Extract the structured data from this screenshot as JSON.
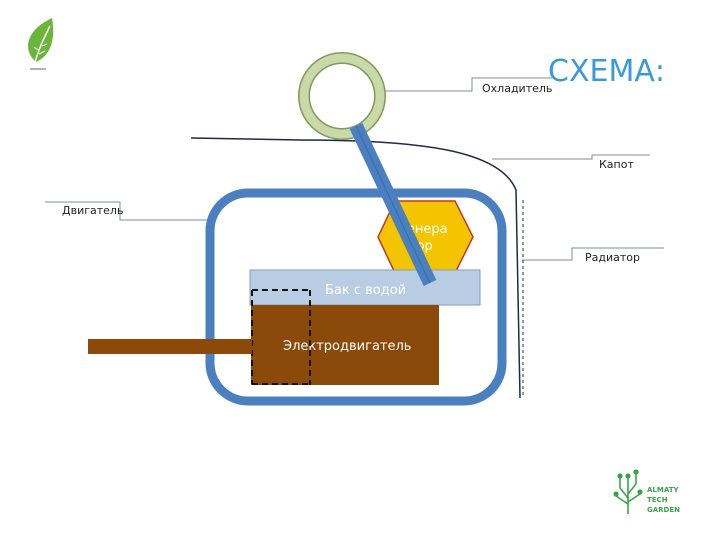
{
  "title": "СХЕМА:",
  "labels": {
    "cooler": "Охладитель",
    "hood": "Капот",
    "engine": "Двигатель",
    "radiator": "Радиатор",
    "tank": "Бак с водой",
    "motor": "Электродвигатель",
    "generator_line1": "Генера",
    "generator_line2": "тор"
  },
  "logo": {
    "line1": "ALMATY",
    "line2": "TECH",
    "line3": "GARDEN"
  },
  "colors": {
    "title": "#3a9ad9",
    "frame": "#4a7fc0",
    "frame_inner": "#ffffff",
    "rod": "#4a7fc0",
    "ring_outer": "#7f9a5a",
    "ring_fill": "#c9d9a8",
    "generator": "#f5c400",
    "generator_stroke": "#c0392b",
    "tank": "#b8cce4",
    "motor": "#8b4a0a",
    "shaft": "#8b4a0a",
    "leaf": "#6bb53a",
    "logo": "#3aa34a"
  },
  "icons": {
    "leaf": "leaf-icon",
    "logo": "tree-circuit-icon"
  }
}
